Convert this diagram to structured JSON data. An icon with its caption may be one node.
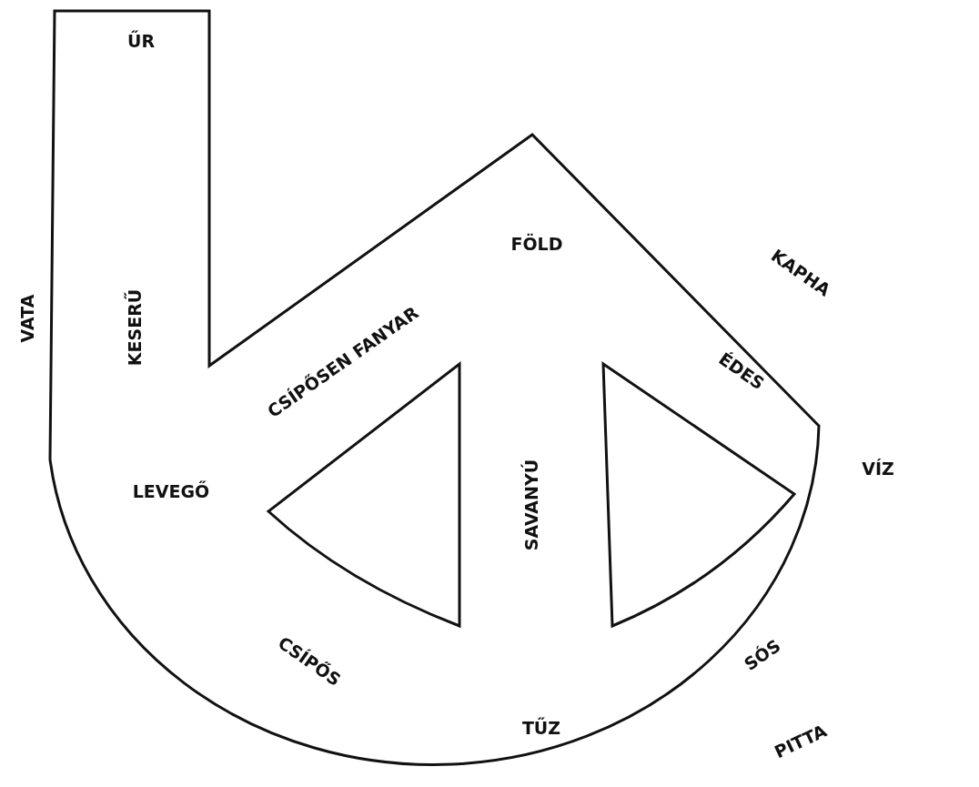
{
  "diagram": {
    "nodes": [
      {
        "text": [
          "ŰR",
          "FÖLD",
          "KESERŰ",
          "CSÍPŐSEN FANYAR",
          "ÉDES",
          "SAVANYÚ",
          "VÍZ",
          "LEVEGŐ",
          "CSÍPŐS",
          "SÓS",
          "TŰZ"
        ]
      },
      {
        "text": [],
        "shape": "triangle",
        "in": 0
      },
      {
        "text": [],
        "shape": "triangle",
        "in": 0
      }
    ],
    "labels": [
      "VATA",
      "KAPHA",
      "PITTA"
    ]
  }
}
